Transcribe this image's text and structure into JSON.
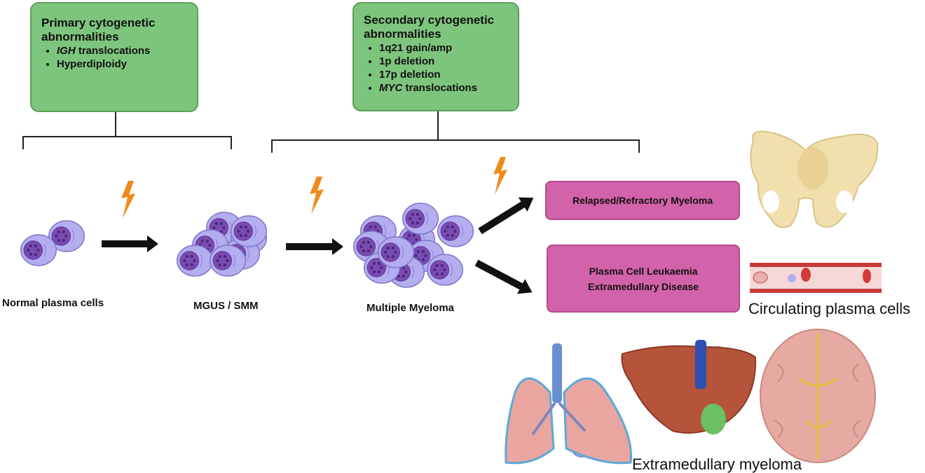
{
  "primary": {
    "title": "Primary cytogenetic abnormalities",
    "items": [
      {
        "italic": "IGH",
        "rest": " translocations"
      },
      {
        "italic": "",
        "rest": "Hyperdiploidy"
      }
    ]
  },
  "secondary": {
    "title": "Secondary cytogenetic abnormalities",
    "items": [
      {
        "italic": "",
        "rest": "1q21 gain/amp"
      },
      {
        "italic": "",
        "rest": "1p deletion"
      },
      {
        "italic": "",
        "rest": "17p deletion"
      },
      {
        "italic": "MYC",
        "rest": " translocations"
      }
    ]
  },
  "stages": {
    "normal": "Normal plasma cells",
    "mgus": "MGUS / SMM",
    "mm": "Multiple Myeloma"
  },
  "outcomes": {
    "relapsed": "Relapsed/Refractory Myeloma",
    "pcl_line1": "Plasma Cell Leukaemia",
    "pcl_line2": "Extramedullary Disease"
  },
  "captions": {
    "circulating": "Circulating plasma cells",
    "extramedullary": "Extramedullary myeloma"
  },
  "colors": {
    "green_box": "#7dc47d",
    "pink_box": "#d262a9",
    "lightning": "#f08a1c",
    "cell": "#b3aef0",
    "nucleus": "#7a4bb0"
  }
}
